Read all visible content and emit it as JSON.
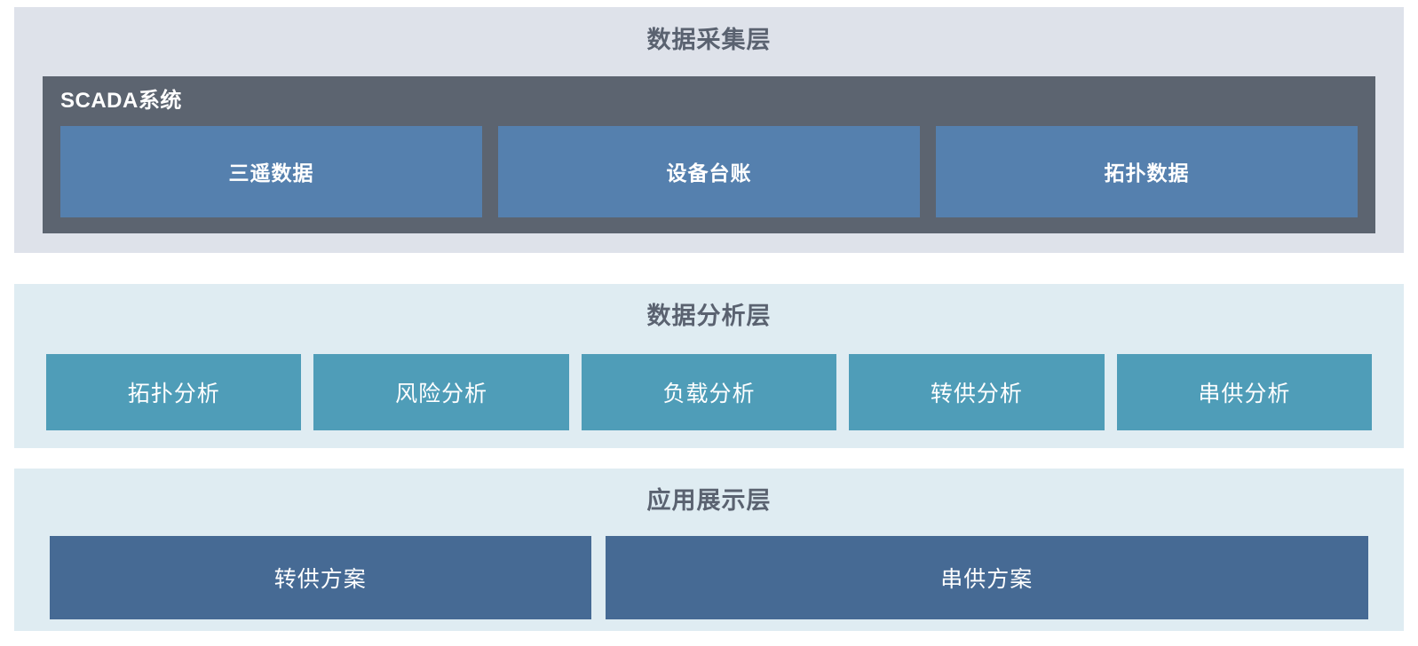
{
  "diagram": {
    "title": "数据采集层",
    "background": "#ffffff"
  },
  "layers": {
    "collection": {
      "title": "数据采集层",
      "background": "#dee2ea",
      "title_color": "#5a6270",
      "group": {
        "label": "SCADA系统",
        "background": "#5c6470",
        "label_color": "#ffffff",
        "boxes": [
          {
            "label": "三遥数据",
            "color": "#5580ae"
          },
          {
            "label": "设备台账",
            "color": "#5580ae"
          },
          {
            "label": "拓扑数据",
            "color": "#5580ae"
          }
        ]
      }
    },
    "analysis": {
      "title": "数据分析层",
      "background": "#dfecf2",
      "title_color": "#5a6270",
      "boxes": [
        {
          "label": "拓扑分析",
          "color": "#4f9db8"
        },
        {
          "label": "风险分析",
          "color": "#4f9db8"
        },
        {
          "label": "负载分析",
          "color": "#4f9db8"
        },
        {
          "label": "转供分析",
          "color": "#4f9db8"
        },
        {
          "label": "串供分析",
          "color": "#4f9db8"
        }
      ]
    },
    "application": {
      "title": "应用展示层",
      "background": "#dfecf2",
      "title_color": "#5a6270",
      "boxes": [
        {
          "label": "转供方案",
          "color": "#466a94"
        },
        {
          "label": "串供方案",
          "color": "#466a94"
        }
      ]
    }
  }
}
